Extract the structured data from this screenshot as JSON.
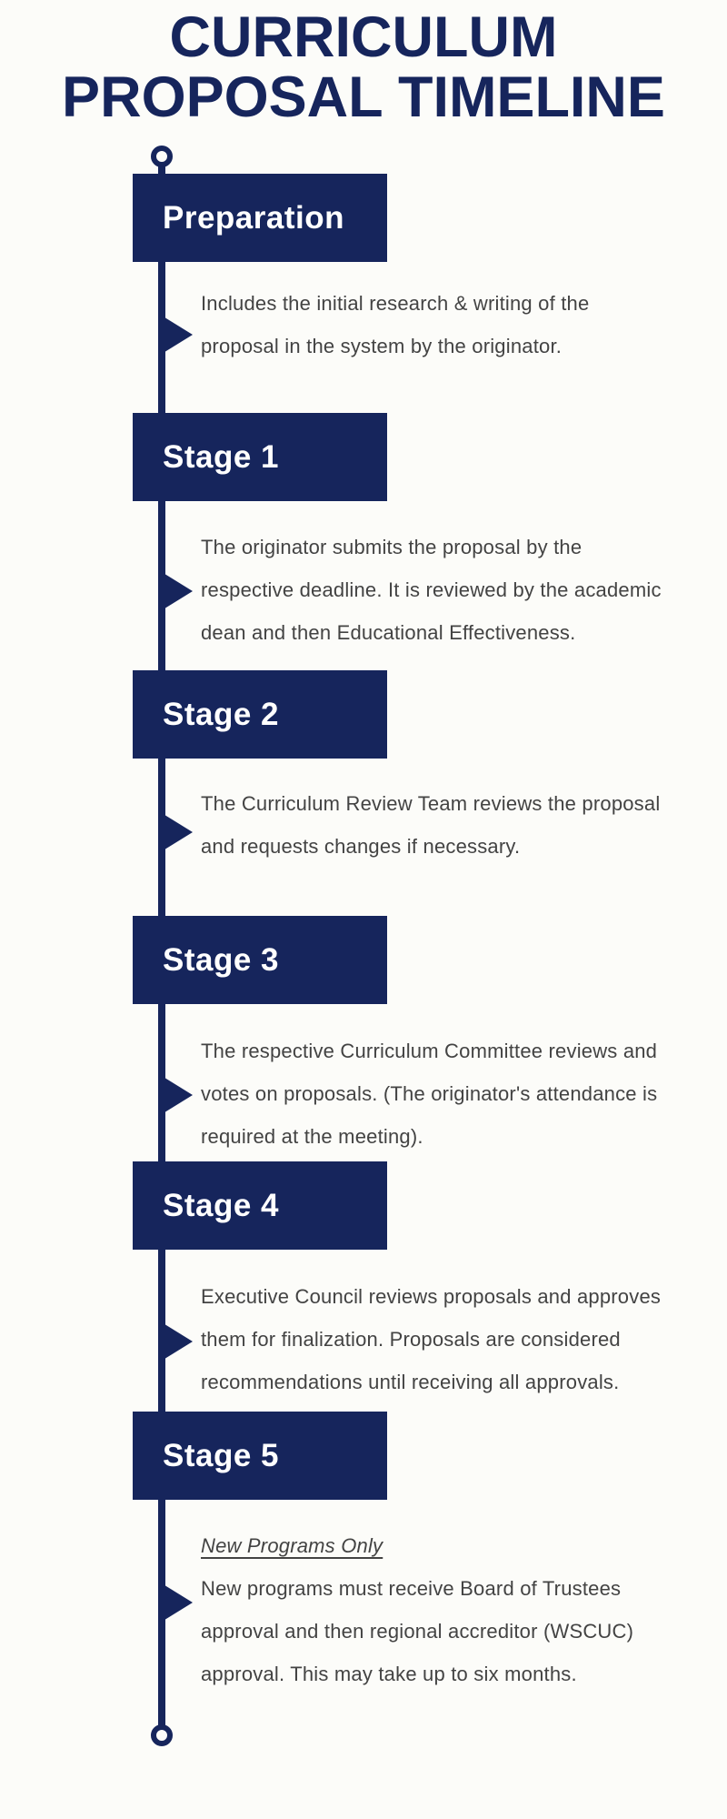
{
  "title": {
    "line1": "CURRICULUM",
    "line2": "PROPOSAL TIMELINE"
  },
  "colors": {
    "navy": "#16255c",
    "banner_text": "#ffffff",
    "body_text": "#434343",
    "background": "#fcfcf9"
  },
  "stages": [
    {
      "label": "Preparation",
      "description_lines": [
        "Includes the initial research & writing of the",
        "proposal in the system by the originator."
      ]
    },
    {
      "label": "Stage 1",
      "description_lines": [
        "The originator submits the proposal by the",
        "respective deadline. It is reviewed by the academic",
        "dean and then Educational Effectiveness."
      ]
    },
    {
      "label": "Stage 2",
      "description_lines": [
        "The Curriculum Review Team reviews the proposal",
        "and requests changes if necessary."
      ]
    },
    {
      "label": "Stage 3",
      "description_lines": [
        "The respective Curriculum Committee reviews and",
        "votes on proposals. (The originator's attendance is",
        "required at the meeting)."
      ]
    },
    {
      "label": "Stage 4",
      "description_lines": [
        "Executive Council reviews proposals and approves",
        "them for finalization. Proposals are considered",
        "recommendations until receiving all approvals."
      ]
    },
    {
      "label": "Stage 5",
      "description_note": "New Programs Only ",
      "description_lines": [
        "New programs must receive Board of Trustees",
        "approval and then regional accreditor (WSCUC)",
        "approval. This may take up to six months."
      ]
    }
  ]
}
